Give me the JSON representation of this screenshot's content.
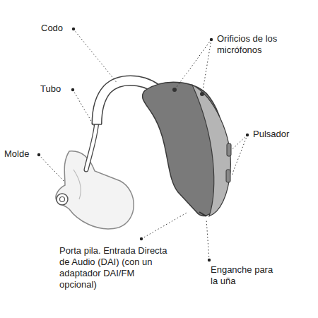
{
  "diagram": {
    "labels": [
      "Codo",
      "Tubo",
      "Molde",
      "Orificios de los micrófonos",
      "Pulsador",
      "Porta pila. Entrada Directa de Audio (DAI) (con un adaptador DAI/FM opcional)",
      "Enganche para la uña"
    ]
  }
}
